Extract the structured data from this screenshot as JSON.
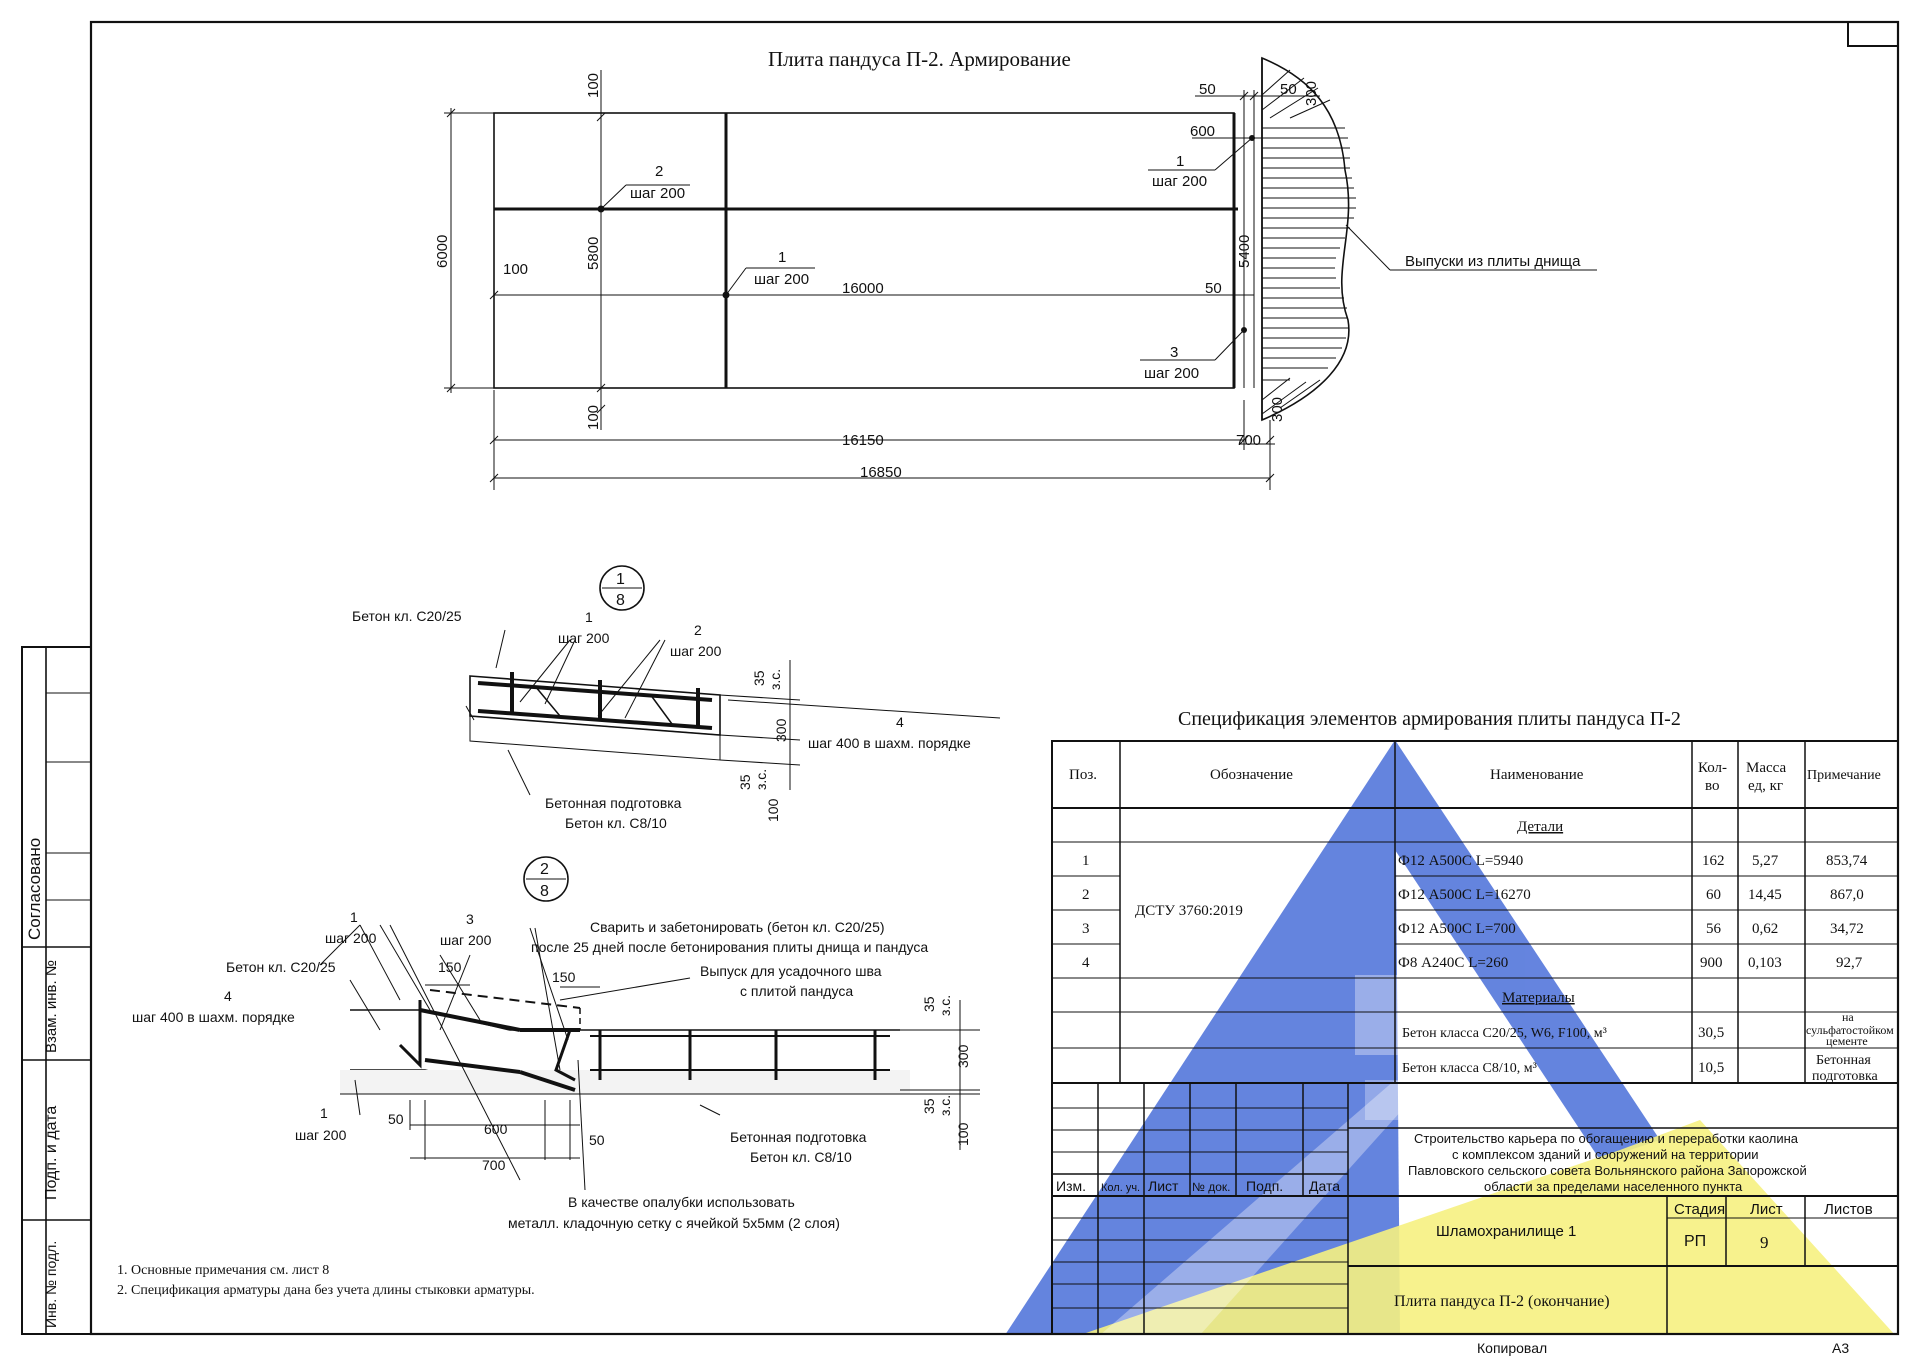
{
  "drawing": {
    "title": "Плита пандуса П-2. Армирование",
    "plan": {
      "dims": {
        "d100_top": "100",
        "d100_bot": "100",
        "d6000": "6000",
        "d5800": "5800",
        "d5400": "5400",
        "d100_left": "100",
        "d16000": "16000",
        "d50_mid": "50",
        "d16150": "16150",
        "d700": "700",
        "d16850": "16850",
        "d50_top_a": "50",
        "d50_top_b": "50",
        "d300_top": "300",
        "d600": "600",
        "d300_bot": "300"
      },
      "callouts": {
        "c2_num": "2",
        "c2_step": "шаг 200",
        "c1a_num": "1",
        "c1a_step": "шаг 200",
        "c1b_num": "1",
        "c1b_step": "шаг 200",
        "c3_num": "3",
        "c3_step": "шаг 200"
      },
      "outlets_label": "Выпуски из плиты днища"
    },
    "section1": {
      "marker_top": "1",
      "marker_bot": "8",
      "concrete": "Бетон кл. С20/25",
      "c1_num": "1",
      "c1_step": "шаг 200",
      "c2_num": "2",
      "c2_step": "шаг 200",
      "c4_num": "4",
      "c4_step": "шаг 400 в шахм. порядке",
      "dims": {
        "d35a": "35",
        "zs_a": "з.с.",
        "d300": "300",
        "d35b": "35",
        "zs_b": "з.с.",
        "d100": "100"
      },
      "prep1": "Бетонная подготовка",
      "prep2": "Бетон кл. С8/10"
    },
    "section2": {
      "marker_top": "2",
      "marker_bot": "8",
      "c1_num": "1",
      "c1_step": "шаг 200",
      "c3_num": "3",
      "c3_step": "шаг 200",
      "concrete": "Бетон кл. С20/25",
      "c4_num": "4",
      "c4_step": "шаг 400 в шахм. порядке",
      "c1b_num": "1",
      "c1b_step": "шаг 200",
      "weld1": "Сварить и забетонировать (бетон кл. С20/25)",
      "weld2": "после 25 дней после бетонирования плиты днища и пандуса",
      "joint1": "Выпуск для усадочного шва",
      "joint2": "с плитой пандуса",
      "prep1": "Бетонная подготовка",
      "prep2": "Бетон кл. С8/10",
      "form1": "В качестве опалубки использовать",
      "form2": "металл. кладочную сетку с ячейкой 5х5мм (2 слоя)",
      "dims": {
        "d150a": "150",
        "d150b": "150",
        "d50a": "50",
        "d600": "600",
        "d50b": "50",
        "d700": "700",
        "d35a": "35",
        "zs_a": "з.с.",
        "d300": "300",
        "d35b": "35",
        "zs_b": "з.с.",
        "d100": "100"
      }
    },
    "notes": [
      "1. Основные примечания см. лист 8",
      "2. Спецификация арматуры дана без учета длины стыковки арматуры."
    ]
  },
  "spec": {
    "title": "Спецификация элементов армирования плиты пандуса П-2",
    "headers": {
      "pos": "Поз.",
      "desig": "Обозначение",
      "name": "Наименование",
      "qty1": "Кол-",
      "qty2": "во",
      "mass1": "Масса",
      "mass2": "ед, кг",
      "note": "Примечание"
    },
    "section_details": "Детали",
    "standard": "ДСТУ 3760:2019",
    "rows": [
      {
        "pos": "1",
        "name": "Ф12 А500С L=5940",
        "qty": "162",
        "mass": "5,27",
        "note": "853,74"
      },
      {
        "pos": "2",
        "name": "Ф12 А500С L=16270",
        "qty": "60",
        "mass": "14,45",
        "note": "867,0"
      },
      {
        "pos": "3",
        "name": "Ф12 А500С L=700",
        "qty": "56",
        "mass": "0,62",
        "note": "34,72"
      },
      {
        "pos": "4",
        "name": "Ф8 А240С  L=260",
        "qty": "900",
        "mass": "0,103",
        "note": "92,7"
      }
    ],
    "section_materials": "Материалы",
    "materials": [
      {
        "name": "Бетон класса С20/25, W6, F100, м³",
        "qty": "30,5",
        "note1": "на",
        "note2": "сульфатостойком",
        "note3": "цементе"
      },
      {
        "name": "Бетон класса С8/10,   м³",
        "qty": "10,5",
        "note1": "Бетонная",
        "note2": "подготовка"
      }
    ]
  },
  "titleblock": {
    "project": [
      "Строительство карьера по обогащению и переработки каолина",
      "с комплексом зданий и сооружений на территории",
      "Павловского сельского совета Вольнянского района Запорожской",
      "области за пределами населенного пункта"
    ],
    "cols": [
      "Изм.",
      "Кол. уч.",
      "Лист",
      "№ док.",
      "Подп.",
      "Дата"
    ],
    "object": "Шламохранилище 1",
    "sheet_title": "Плита пандуса П-2 (окончание)",
    "stage_label": "Стадия",
    "sheet_label": "Лист",
    "sheets_label": "Листов",
    "stage": "РП",
    "sheet": "9",
    "copied": "Копировал",
    "format": "А3"
  },
  "side": {
    "agreed": "Согласовано",
    "inv_swap": "Взам. инв. №",
    "sign_date": "Подп. и дата",
    "inv_orig": "Инв. № подл."
  },
  "colors": {
    "watermark_blue": "#3f66d8",
    "watermark_yellow": "#f2ec5c",
    "line": "#111111"
  }
}
